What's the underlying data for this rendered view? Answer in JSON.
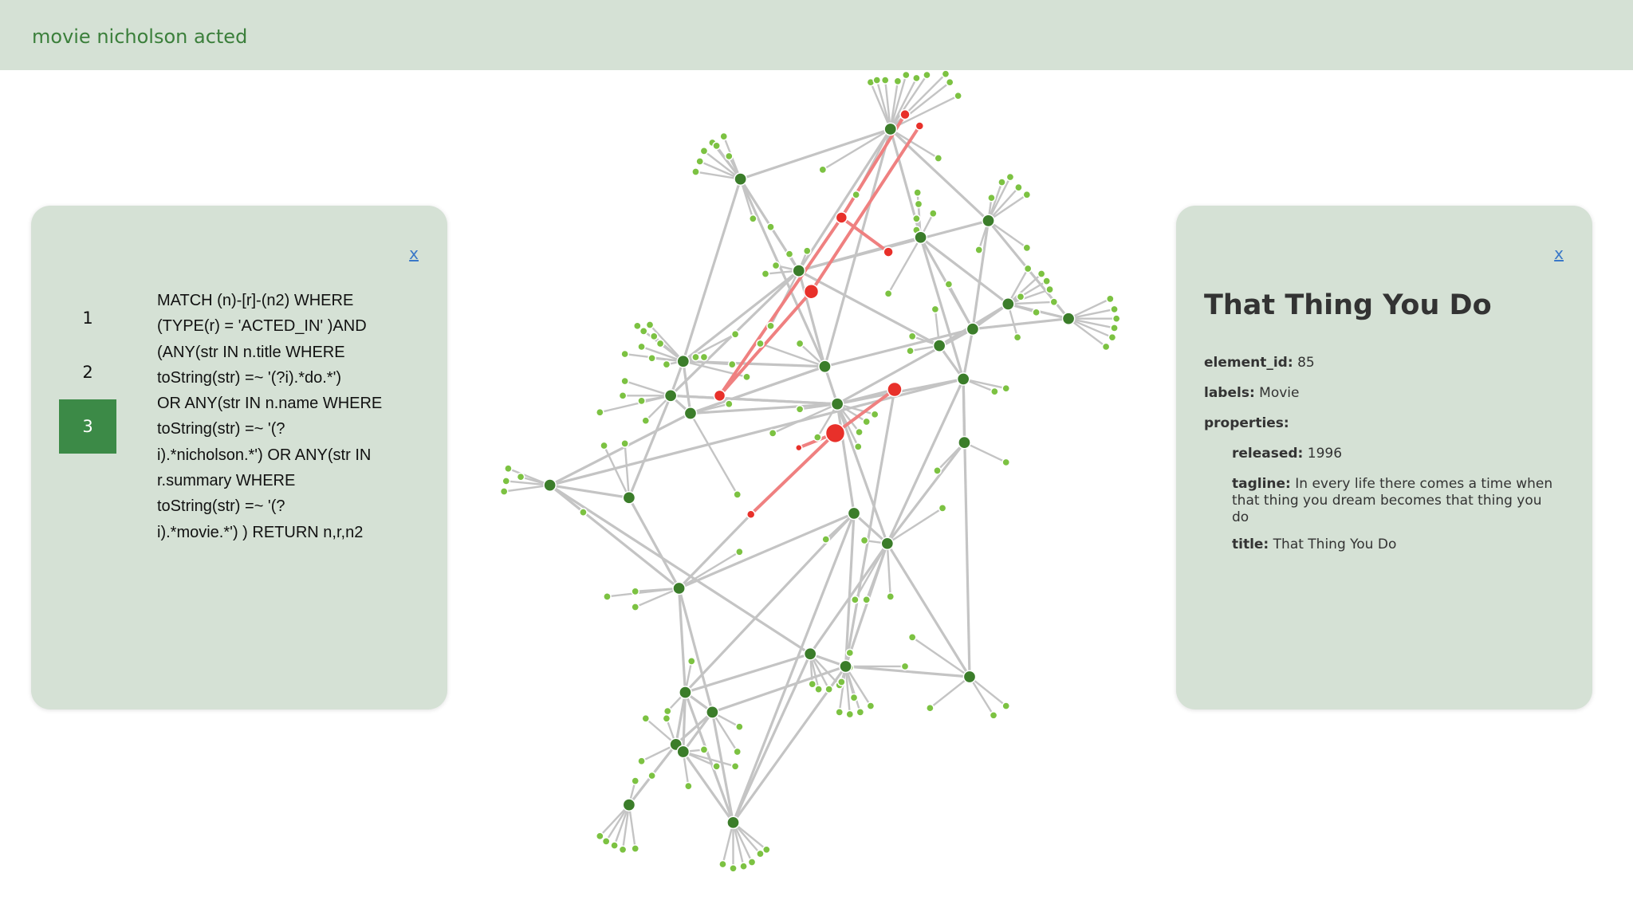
{
  "search": {
    "value": "movie nicholson acted"
  },
  "query_panel": {
    "close_label": "x",
    "pages": [
      "1",
      "2",
      "3"
    ],
    "active_page": "3",
    "query_text": "MATCH (n)-[r]-(n2) WHERE\n(TYPE(r) = 'ACTED_IN' )AND\n(ANY(str IN n.title WHERE\ntoString(str) =~ '(?i).*do.*')\nOR ANY(str IN n.name WHERE\ntoString(str) =~ '(?\ni).*nicholson.*') OR ANY(str IN\nr.summary WHERE\ntoString(str) =~ '(?\ni).*movie.*') ) RETURN n,r,n2"
  },
  "details_panel": {
    "close_label": "x",
    "title": "That Thing You Do",
    "element_id_label": "element_id:",
    "element_id": "85",
    "labels_label": "labels:",
    "labels": "Movie",
    "properties_label": "properties:",
    "released_label": "released:",
    "released": "1996",
    "tagline_label": "tagline:",
    "tagline": "In every life there comes a time when that thing you dream becomes that thing you do",
    "title_label": "title:",
    "title_value": "That Thing You Do"
  },
  "colors": {
    "header_bg": "#d5e1d5",
    "panel_bg": "#d5e1d5",
    "accent": "#3c8a47",
    "node_dark": "#3b7d2a",
    "node_light": "#7cc242",
    "highlight": "#e8302a",
    "edge": "#c4c4c4",
    "highlight_edge": "#ef8080"
  }
}
